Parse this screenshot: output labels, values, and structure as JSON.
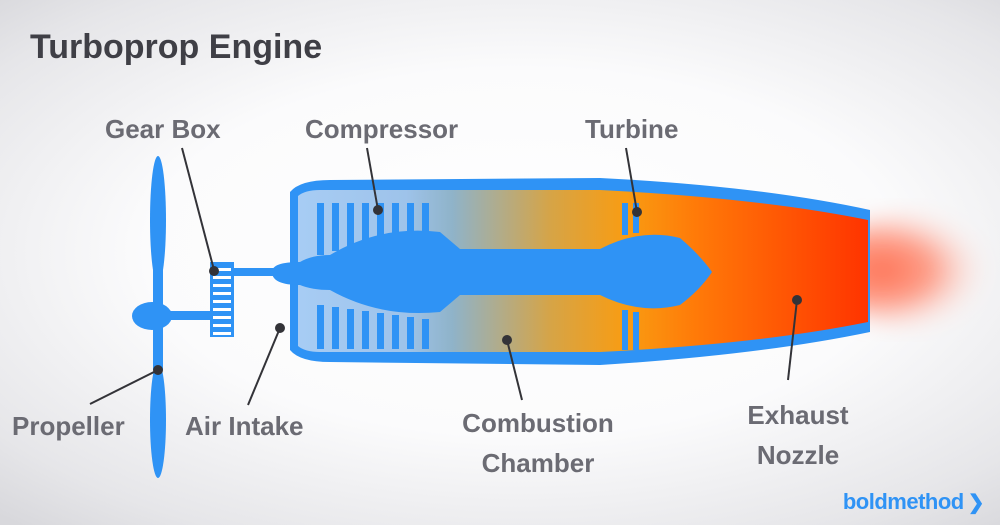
{
  "title": "Turboprop Engine",
  "labels": {
    "gear_box": "Gear Box",
    "compressor": "Compressor",
    "turbine": "Turbine",
    "propeller": "Propeller",
    "air_intake": "Air Intake",
    "combustion_line1": "Combustion",
    "combustion_line2": "Chamber",
    "exhaust_line1": "Exhaust",
    "exhaust_line2": "Nozzle"
  },
  "brand": {
    "name": "boldmethod",
    "icon": "chevron-right-icon",
    "chevron": "❯"
  },
  "colors": {
    "engine_blue": "#2f93f5",
    "intake_light_blue": "#9cc6f3",
    "combustion_orange": "#f7a11a",
    "exhaust_red": "#ff3300",
    "label_gray": "#6b6b73",
    "title_gray": "#3f3f46"
  }
}
